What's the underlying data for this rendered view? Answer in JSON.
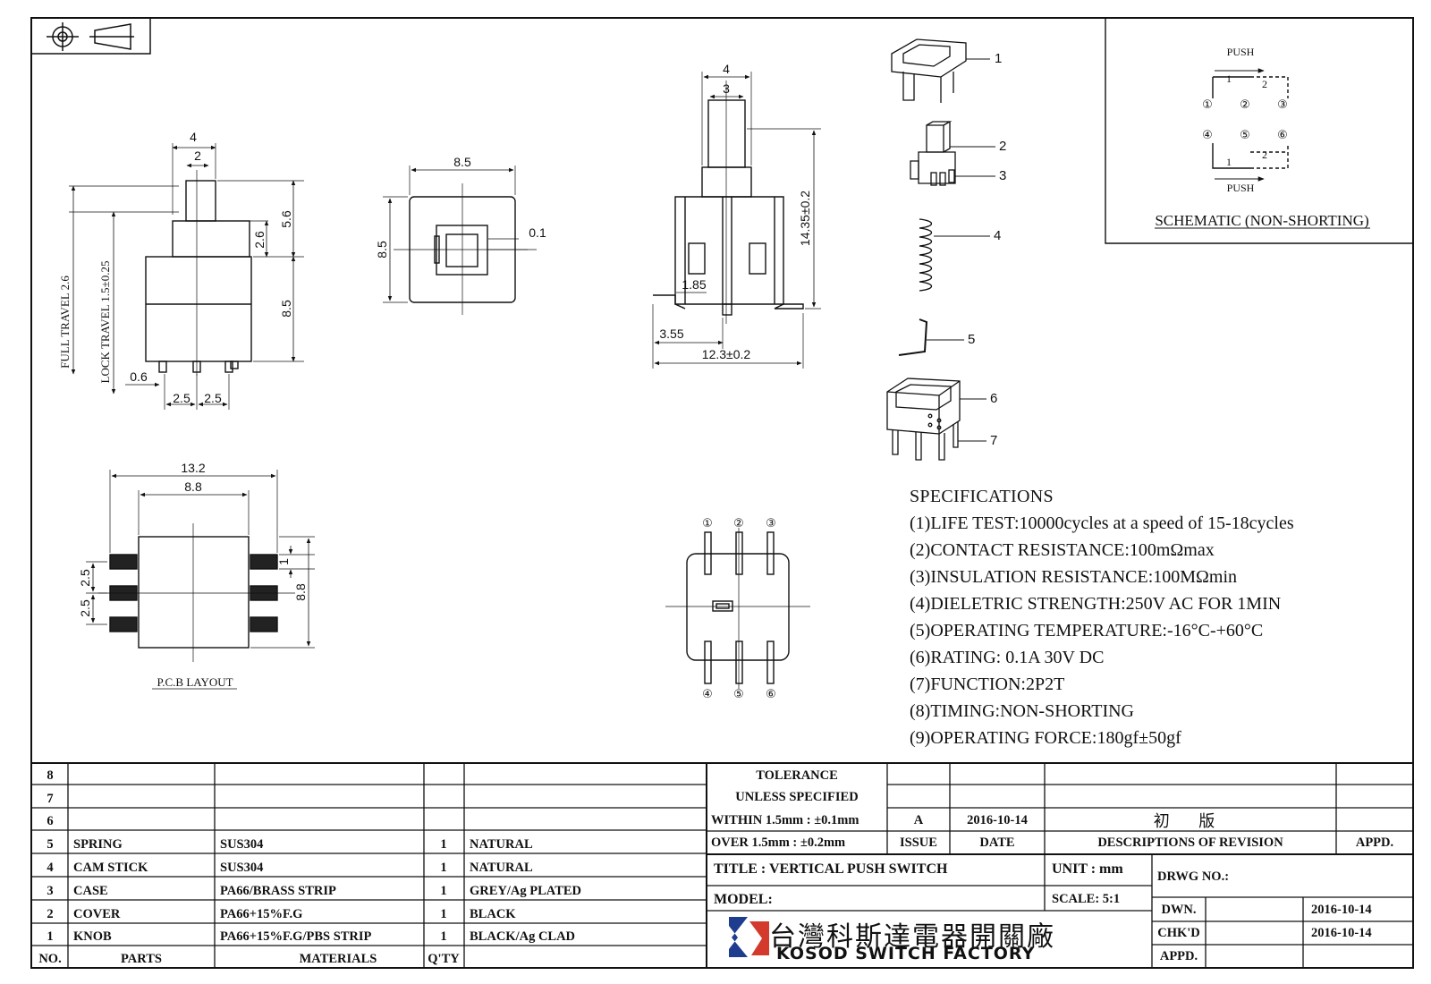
{
  "callouts": [
    "1",
    "2",
    "3",
    "4",
    "5",
    "6",
    "7"
  ],
  "schematic": {
    "title": "SCHEMATIC (NON-SHORTING)",
    "push_top": "PUSH",
    "push_bottom": "PUSH",
    "pins_top": [
      "①",
      "②",
      "③"
    ],
    "pins_bottom": [
      "④",
      "⑤",
      "⑥"
    ],
    "contact_labels": [
      "1",
      "2",
      "1",
      "2"
    ]
  },
  "dims": {
    "side": {
      "w_top": "4",
      "w_inner": "2",
      "h_56": "5.6",
      "h_26": "2.6",
      "h_85": "8.5",
      "full_travel": "FULL TRAVEL 2.6",
      "lock_travel": "LOCK TRAVEL 1.5±0.25",
      "pin_w": "0.6",
      "pitch_a": "2.5",
      "pitch_b": "2.5"
    },
    "top": {
      "w": "8.5",
      "h": "8.5",
      "gap": "0.1"
    },
    "front": {
      "w4": "4",
      "w3": "3",
      "height": "14.35±0.2",
      "d185": "1.85",
      "d355": "3.55",
      "width": "12.3±0.2"
    },
    "pcb": {
      "w132": "13.2",
      "w88": "8.8",
      "p25a": "2.5",
      "p25b": "2.5",
      "d1": "1",
      "h88": "8.8",
      "label": "P.C.B LAYOUT"
    },
    "pins": {
      "top": [
        "①",
        "②",
        "③"
      ],
      "bottom": [
        "④",
        "⑤",
        "⑥"
      ]
    }
  },
  "specifications": {
    "title": "SPECIFICATIONS",
    "items": [
      "(1)LIFE TEST:10000cycles at a speed of 15-18cycles",
      "(2)CONTACT RESISTANCE:100mΩmax",
      "(3)INSULATION RESISTANCE:100MΩmin",
      "(4)DIELETRIC STRENGTH:250V AC FOR 1MIN",
      "(5)OPERATING TEMPERATURE:-16°C-+60°C",
      "(6)RATING: 0.1A 30V DC",
      "(7)FUNCTION:2P2T",
      "(8)TIMING:NON-SHORTING",
      "(9)OPERATING FORCE:180gf±50gf"
    ]
  },
  "bom": {
    "rows": [
      {
        "no": "8",
        "part": "",
        "material": "",
        "qty": "",
        "finish": ""
      },
      {
        "no": "7",
        "part": "",
        "material": "",
        "qty": "",
        "finish": ""
      },
      {
        "no": "6",
        "part": "",
        "material": "",
        "qty": "",
        "finish": ""
      },
      {
        "no": "5",
        "part": "SPRING",
        "material": "SUS304",
        "qty": "1",
        "finish": "NATURAL"
      },
      {
        "no": "4",
        "part": "CAM STICK",
        "material": "SUS304",
        "qty": "1",
        "finish": "NATURAL"
      },
      {
        "no": "3",
        "part": "CASE",
        "material": "PA66/BRASS STRIP",
        "qty": "1",
        "finish": "GREY/Ag PLATED"
      },
      {
        "no": "2",
        "part": "COVER",
        "material": "PA66+15%F.G",
        "qty": "1",
        "finish": "BLACK"
      },
      {
        "no": "1",
        "part": "KNOB",
        "material": "PA66+15%F.G/PBS STRIP",
        "qty": "1",
        "finish": "BLACK/Ag CLAD"
      }
    ],
    "header": {
      "no": "NO.",
      "parts": "PARTS",
      "materials": "MATERIALS",
      "qty": "Q'TY"
    }
  },
  "tolerance": {
    "line1": "TOLERANCE",
    "line2": "UNLESS  SPECIFIED",
    "within": "WITHIN 1.5mm : ±0.1mm",
    "over": "OVER 1.5mm : ±0.2mm"
  },
  "revision": {
    "issue": "A",
    "date": "2016-10-14",
    "description": "初 版",
    "h_issue": "ISSUE",
    "h_date": "DATE",
    "h_desc": "DESCRIPTIONS OF REVISION",
    "h_appd": "APPD."
  },
  "title_block": {
    "title": "TITLE :  VERTICAL PUSH SWITCH",
    "unit": "UNIT :  mm",
    "model": "MODEL:",
    "scale": "SCALE:  5:1",
    "drwg_no": "DRWG NO.:",
    "dwn_label": "DWN.",
    "dwn_date": "2016-10-14",
    "chkd_label": "CHK'D",
    "chkd_date": "2016-10-14",
    "appd_label": "APPD.",
    "company_cn": "台灣科斯達電器開關廠",
    "company_en": "KOSOD SWITCH FACTORY"
  },
  "colors": {
    "line": "#111111",
    "background": "#ffffff",
    "logo_blue": "#1f3d8f"
  }
}
